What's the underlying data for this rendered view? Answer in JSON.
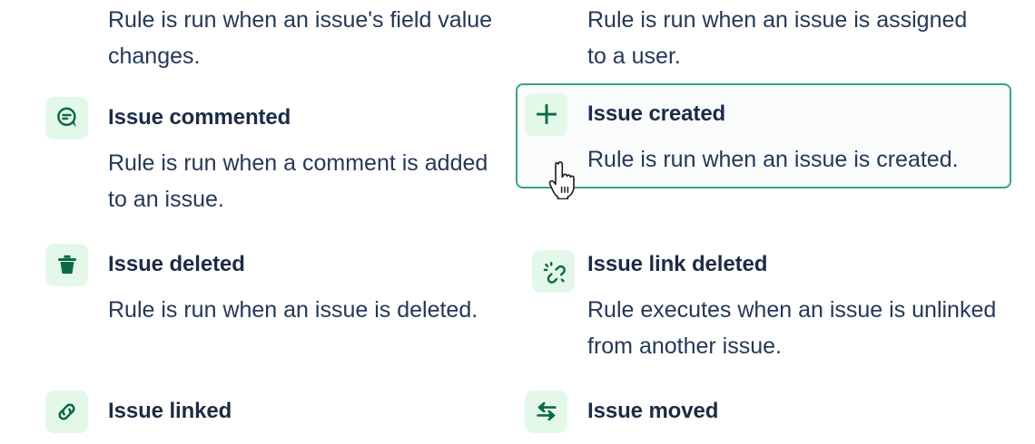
{
  "theme": {
    "accent_green": "#36a878",
    "icon_green": "#0b6b45",
    "icon_bg": "#e4f8ea",
    "text_dark": "#1c2b46",
    "body_text": "#253858",
    "selected_card_bg": "#f9fcfa",
    "page_bg": "#ffffff"
  },
  "trigger_list": {
    "left_column": [
      {
        "icon": "field-value-changed-icon",
        "title": "",
        "description": "Rule is run when an issue's field value changes.",
        "selected": false,
        "title_visible": false
      },
      {
        "icon": "comment-bubble-icon",
        "title": "Issue commented",
        "description": "Rule is run when a comment is added to an issue.",
        "selected": false,
        "title_visible": true
      },
      {
        "icon": "trash-icon",
        "title": "Issue deleted",
        "description": "Rule is run when an issue is deleted.",
        "selected": false,
        "title_visible": true
      },
      {
        "icon": "link-icon",
        "title": "Issue linked",
        "description": "",
        "selected": false,
        "title_visible": true
      }
    ],
    "right_column": [
      {
        "icon": "assign-user-icon",
        "title": "",
        "description": "Rule is run when an issue is assigned to a user.",
        "selected": false,
        "title_visible": false
      },
      {
        "icon": "plus-icon",
        "title": "Issue created",
        "description": "Rule is run when an issue is created.",
        "selected": true,
        "title_visible": true
      },
      {
        "icon": "broken-link-icon",
        "title": "Issue link deleted",
        "description": "Rule executes when an issue is unlinked from another issue.",
        "selected": false,
        "title_visible": true
      },
      {
        "icon": "transfer-arrows-icon",
        "title": "Issue moved",
        "description": "",
        "selected": false,
        "title_visible": true
      }
    ]
  },
  "cursor": {
    "type": "pointing-hand-cursor"
  }
}
